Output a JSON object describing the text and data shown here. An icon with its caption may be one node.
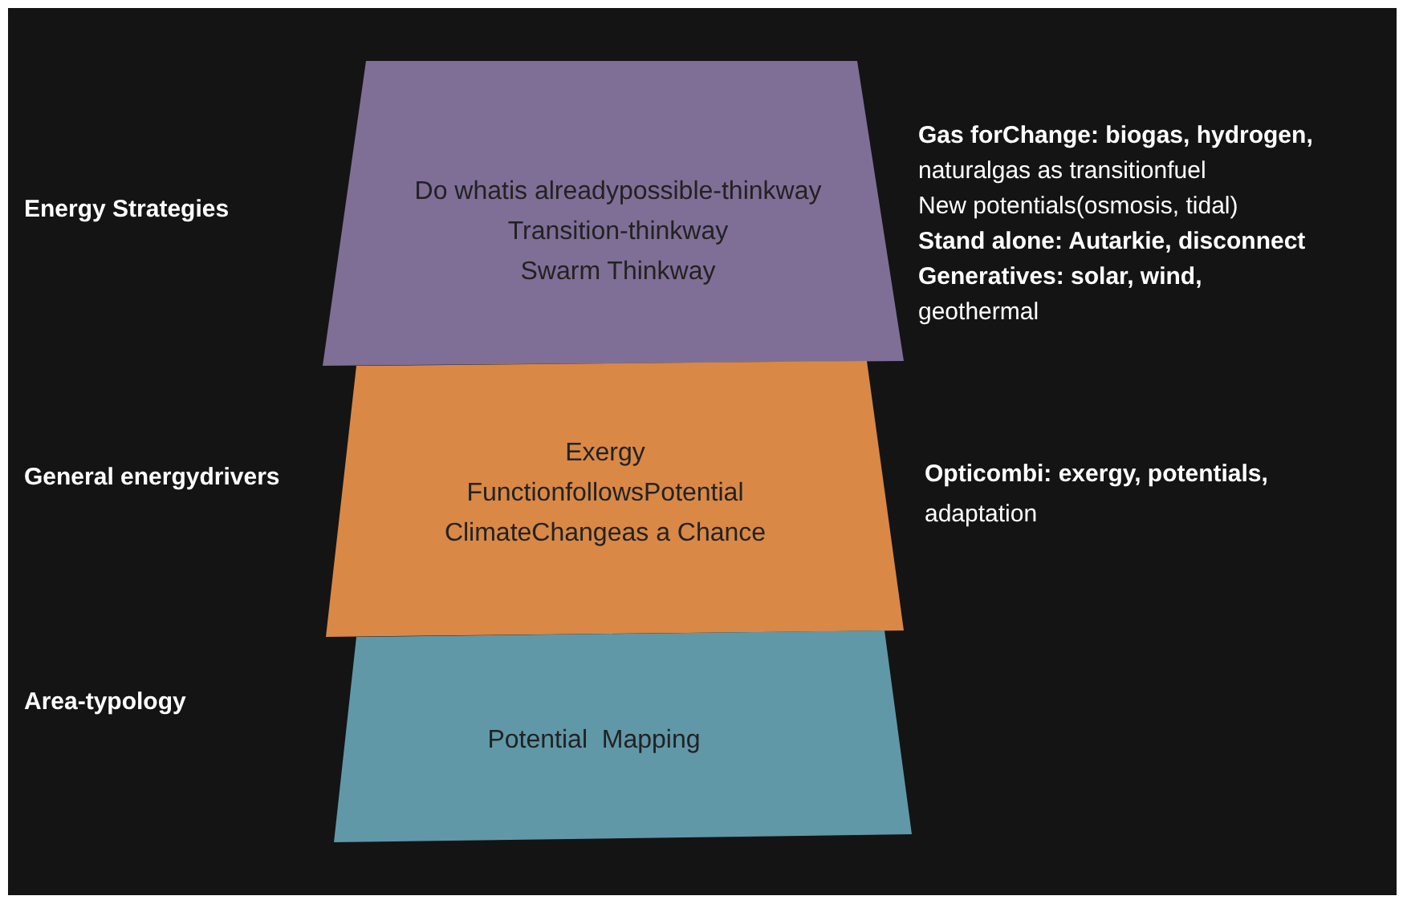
{
  "diagram": {
    "nodes": [
      {
        "text": [
          "Do whatis alreadypossible-thinkway",
          "Transition-thinkway",
          "Swarm Thinkway"
        ]
      },
      {
        "text": [
          "Exergy",
          "FunctionfollowsPotential",
          "ClimateChangeas a Chance"
        ]
      },
      {
        "text": [
          "Potential  Mapping"
        ]
      }
    ],
    "edges": [],
    "labels": [
      "Energy Strategies",
      "**Gas forChange: biogas, hydrogen,** naturalgas as transitionfuel",
      "New potentials(osmosis, tidal)",
      "Stand alone: Autarkie, disconnect",
      "**Generatives: solar, wind,** geothermal",
      "General energydrivers",
      "**Opticombi: exergy, potentials,** adaptation",
      "Area-typology"
    ]
  }
}
